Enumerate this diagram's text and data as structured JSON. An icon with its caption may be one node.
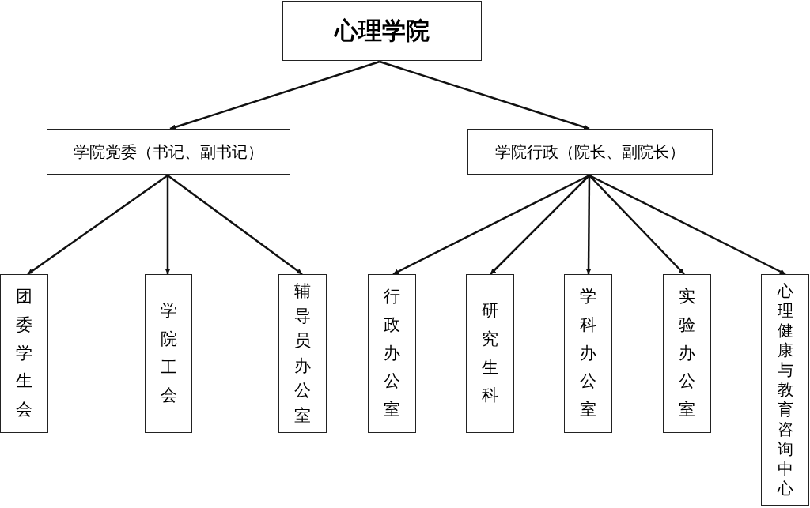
{
  "diagram": {
    "nodes": [
      {
        "text": [
          "心理学院"
        ]
      },
      {
        "text": [
          "学院党委（书记、副书记）"
        ]
      },
      {
        "text": [
          "学院行政（院长、副院长）"
        ]
      },
      {
        "text": [
          "团委学生会"
        ]
      },
      {
        "text": [
          "学院工会"
        ]
      },
      {
        "text": [
          "辅导员办公室"
        ]
      },
      {
        "text": [
          "行政办公室"
        ]
      },
      {
        "text": [
          "研究生科"
        ]
      },
      {
        "text": [
          "学科办公室"
        ]
      },
      {
        "text": [
          "实验办公室"
        ]
      },
      {
        "text": [
          "心理健康与教育咨询中心"
        ]
      }
    ],
    "edges": [
      {
        "from": 0,
        "to": 1,
        "arrow": "to"
      },
      {
        "from": 0,
        "to": 2,
        "arrow": "to"
      },
      {
        "from": 1,
        "to": 3,
        "arrow": "to"
      },
      {
        "from": 1,
        "to": 4,
        "arrow": "to"
      },
      {
        "from": 1,
        "to": 5,
        "arrow": "to"
      },
      {
        "from": 2,
        "to": 6,
        "arrow": "to"
      },
      {
        "from": 2,
        "to": 7,
        "arrow": "to"
      },
      {
        "from": 2,
        "to": 8,
        "arrow": "to"
      },
      {
        "from": 2,
        "to": 9,
        "arrow": "to"
      },
      {
        "from": 2,
        "to": 10,
        "arrow": "to"
      }
    ]
  }
}
